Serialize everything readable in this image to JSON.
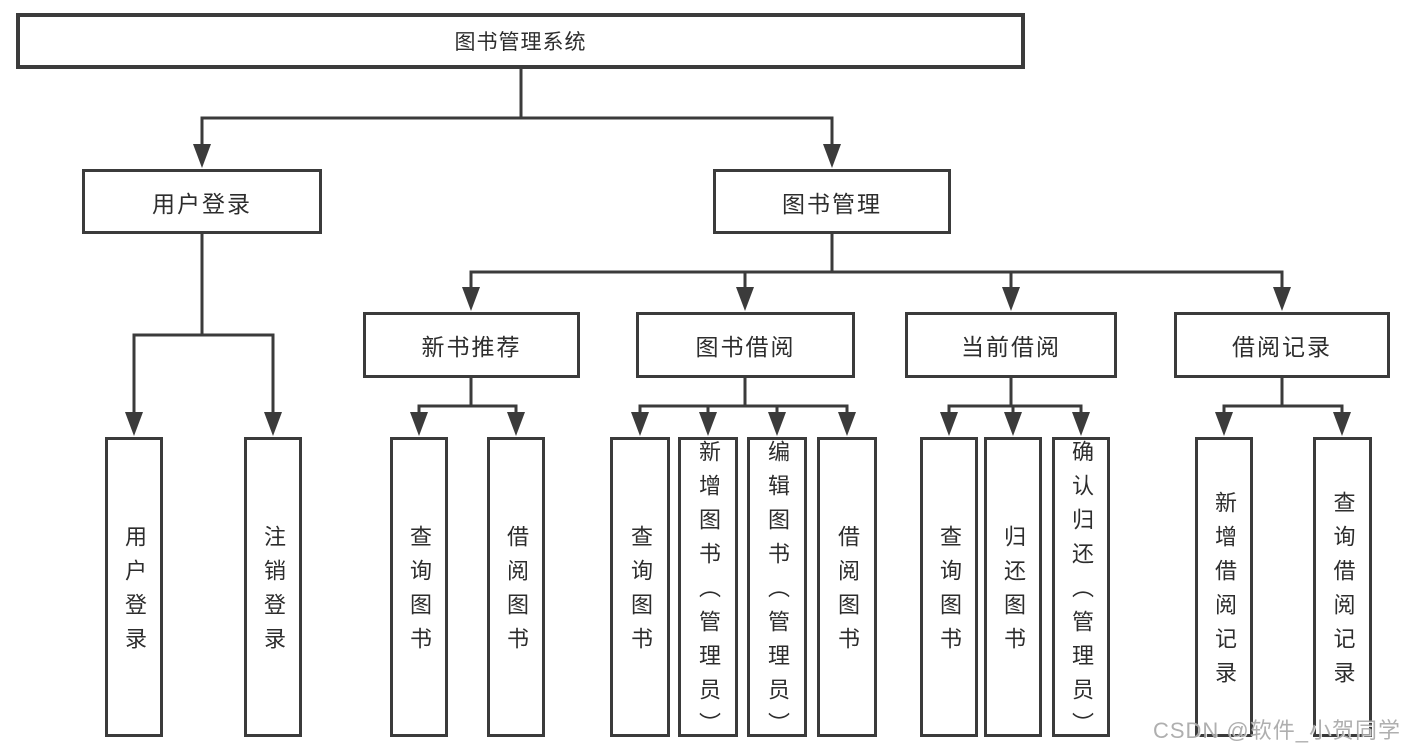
{
  "colors": {
    "line": "#3b3b3b",
    "text": "#2d2d2d",
    "watermark": "#a9a9a9",
    "background": "#ffffff"
  },
  "watermark": "CSDN @软件_小贺同学",
  "nodes": {
    "root": {
      "label": "图书管理系统"
    },
    "user_login": {
      "label": "用户登录"
    },
    "book_mgmt": {
      "label": "图书管理"
    },
    "new_book_rec": {
      "label": "新书推荐"
    },
    "book_borrow": {
      "label": "图书借阅"
    },
    "current_borrow": {
      "label": "当前借阅"
    },
    "borrow_record": {
      "label": "借阅记录"
    },
    "leaf_user_login": {
      "label": "用户登录"
    },
    "leaf_logout": {
      "label": "注销登录"
    },
    "leaf_nbr_query": {
      "label": "查询图书"
    },
    "leaf_nbr_borrow": {
      "label": "借阅图书"
    },
    "leaf_bb_query": {
      "label": "查询图书"
    },
    "leaf_bb_add": {
      "label": "新增图书（管理员）"
    },
    "leaf_bb_edit": {
      "label": "编辑图书（管理员）"
    },
    "leaf_bb_borrow": {
      "label": "借阅图书"
    },
    "leaf_cb_query": {
      "label": "查询图书"
    },
    "leaf_cb_return": {
      "label": "归还图书"
    },
    "leaf_cb_confirm": {
      "label": "确认归还（管理员）"
    },
    "leaf_br_add": {
      "label": "新增借阅记录"
    },
    "leaf_br_query": {
      "label": "查询借阅记录"
    }
  }
}
